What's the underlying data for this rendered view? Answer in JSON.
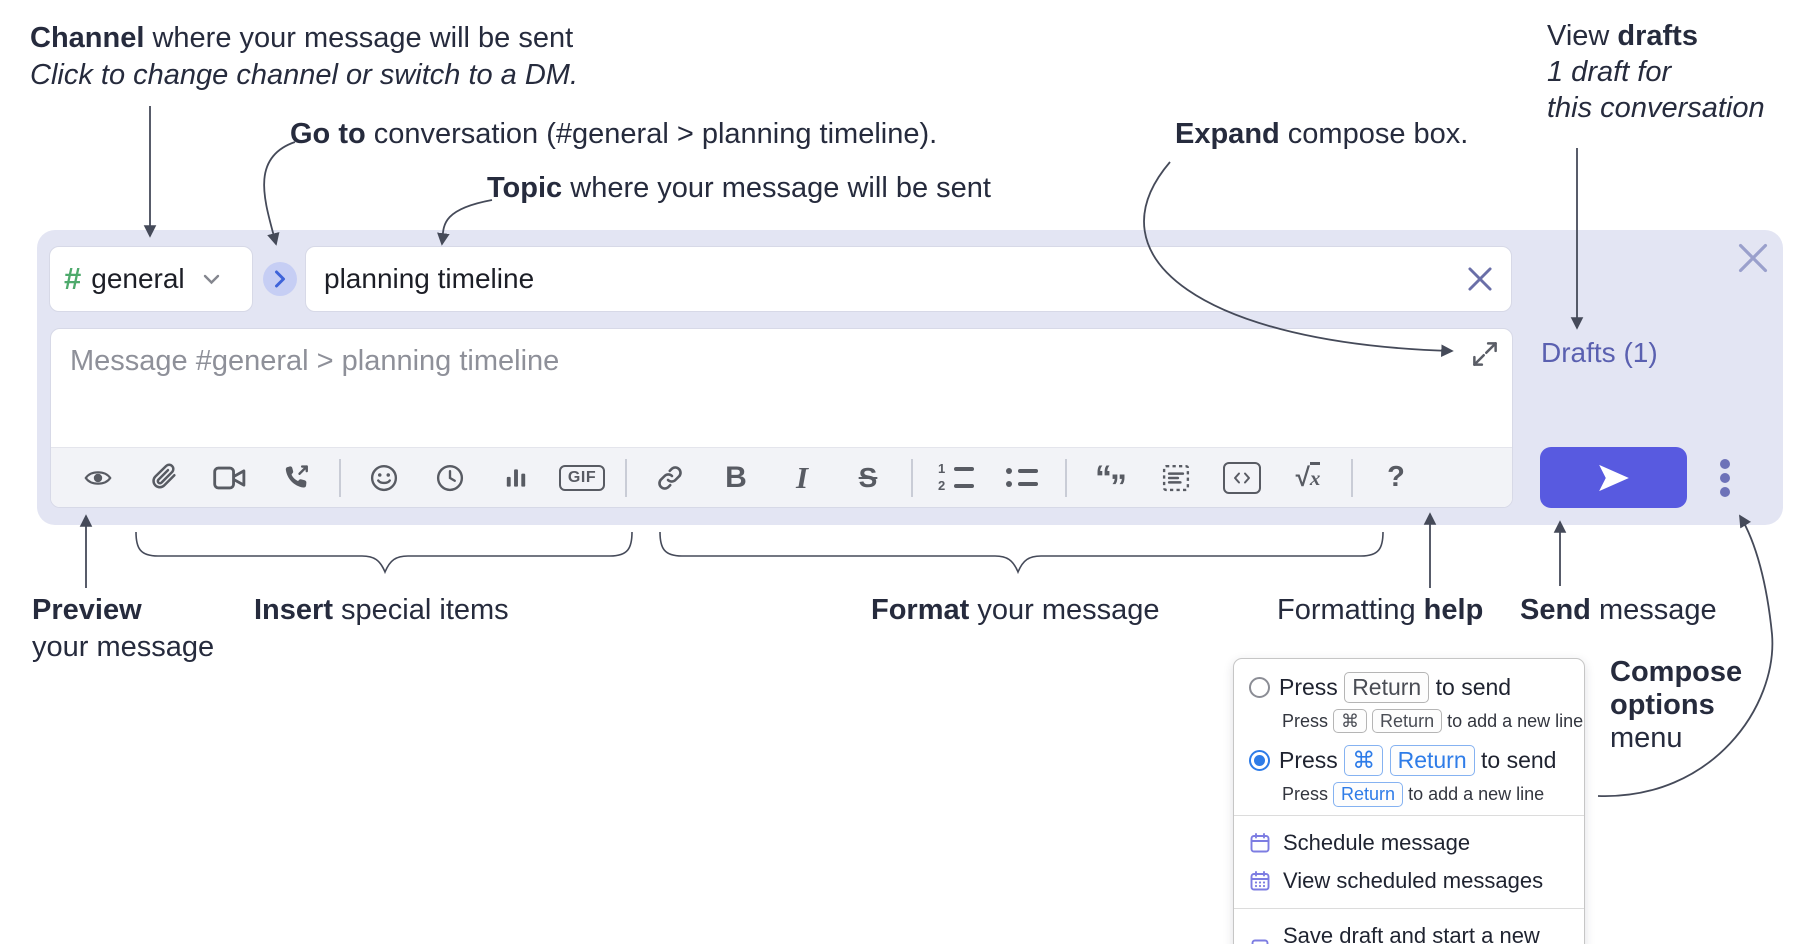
{
  "annotations": {
    "channel_bold": "Channel",
    "channel_rest": " where your message will be sent",
    "channel_sub": "Click to change channel or switch to a DM.",
    "goto_bold": "Go to",
    "goto_rest": " conversation (#general > planning timeline).",
    "topic_bold": "Topic",
    "topic_rest": " where your message will be sent",
    "expand_bold": "Expand",
    "expand_rest": " compose box.",
    "drafts_line1_pre": "View ",
    "drafts_line1_bold": "drafts",
    "drafts_line2": "1 draft for",
    "drafts_line3": "this conversation",
    "preview_bold": "Preview",
    "preview_line2": "your message",
    "insert_bold": "Insert",
    "insert_rest": " special items",
    "format_bold": "Format",
    "format_rest": " your message",
    "fmt_help_pre": "Formatting ",
    "fmt_help_bold": "help",
    "send_bold": "Send",
    "send_rest": " message",
    "compose_line1": "Compose",
    "compose_line2": "options",
    "compose_line3": "menu"
  },
  "composer": {
    "channel_hash": "#",
    "channel_name": "general",
    "topic_value": "planning timeline",
    "message_placeholder": "Message #general > planning timeline",
    "drafts_link": "Drafts (1)"
  },
  "toolbar": {
    "icons": [
      "preview-eye",
      "attach-paperclip",
      "video-clip",
      "audio-call",
      "emoji",
      "recent-clock",
      "poll-chart",
      "gif",
      "link",
      "bold",
      "italic",
      "strikethrough",
      "ordered-list",
      "bulleted-list",
      "blockquote",
      "code-block",
      "inline-code",
      "formula",
      "formatting-help"
    ],
    "gif_label": "GIF",
    "bold_label": "B",
    "italic_label": "I",
    "strike_label": "S",
    "ol_num1": "1",
    "ol_num2": "2",
    "quote_open": "“",
    "quote_close": "”",
    "formula_sqrt": "√",
    "formula_x": "x",
    "help_label": "?"
  },
  "popup": {
    "opt1_press": "Press",
    "opt1_key": "Return",
    "opt1_send": "to send",
    "opt1_sub_press": "Press",
    "opt1_sub_key1": "⌘",
    "opt1_sub_key2": "Return",
    "opt1_sub_rest": "to add a new line",
    "opt2_press": "Press",
    "opt2_key1": "⌘",
    "opt2_key2": "Return",
    "opt2_send": "to send",
    "opt2_sub_press": "Press",
    "opt2_sub_key": "Return",
    "opt2_sub_rest": "to add a new line",
    "item_schedule": "Schedule message",
    "item_view_scheduled": "View scheduled messages",
    "item_save_draft": "Save draft and start a new message"
  },
  "colors": {
    "accent_send": "#585ae0",
    "lavender_panel": "#e3e5f3",
    "drafts_link": "#5a60b0",
    "hash_green": "#4eaa6c",
    "popup_icon_purple": "#7d7de2",
    "key_blue": "#2e7ce8"
  }
}
